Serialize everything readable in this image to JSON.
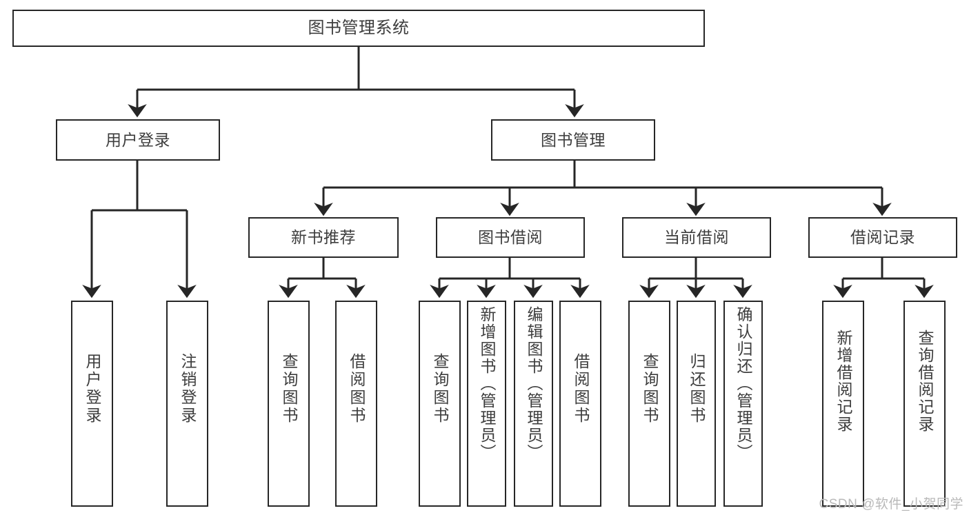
{
  "diagram": {
    "title": "图书管理系统",
    "type": "tree",
    "background_color": "#ffffff",
    "line_color": "#262626",
    "text_color": "#3d3d3d",
    "nodes": {
      "root": {
        "label": "图书管理系统"
      },
      "level2": [
        {
          "id": "user-login",
          "label": "用户登录"
        },
        {
          "id": "book-manage",
          "label": "图书管理"
        }
      ],
      "level3": [
        {
          "id": "new-book-recommend",
          "label": "新书推荐"
        },
        {
          "id": "book-borrow",
          "label": "图书借阅"
        },
        {
          "id": "current-borrow",
          "label": "当前借阅"
        },
        {
          "id": "borrow-record",
          "label": "借阅记录"
        }
      ],
      "leaves": {
        "user_login": [
          {
            "id": "leaf-user-login",
            "label": "用户登录"
          },
          {
            "id": "leaf-logout-login",
            "label": "注销登录"
          }
        ],
        "new_book_recommend": [
          {
            "id": "leaf-query-book-1",
            "label": "查询图书"
          },
          {
            "id": "leaf-borrow-book-1",
            "label": "借阅图书"
          }
        ],
        "book_borrow": [
          {
            "id": "leaf-query-book-2",
            "label": "查询图书"
          },
          {
            "id": "leaf-add-book",
            "label": "新增图书（管理员）"
          },
          {
            "id": "leaf-edit-book",
            "label": "编辑图书（管理员）"
          },
          {
            "id": "leaf-borrow-book-2",
            "label": "借阅图书"
          }
        ],
        "current_borrow": [
          {
            "id": "leaf-query-book-3",
            "label": "查询图书"
          },
          {
            "id": "leaf-return-book",
            "label": "归还图书"
          },
          {
            "id": "leaf-confirm-return",
            "label": "确认归还（管理员）"
          }
        ],
        "borrow_record": [
          {
            "id": "leaf-add-record",
            "label": "新增借阅记录"
          },
          {
            "id": "leaf-query-record",
            "label": "查询借阅记录"
          }
        ]
      }
    }
  },
  "watermark": {
    "text": "CSDN @软件_小贺同学"
  }
}
